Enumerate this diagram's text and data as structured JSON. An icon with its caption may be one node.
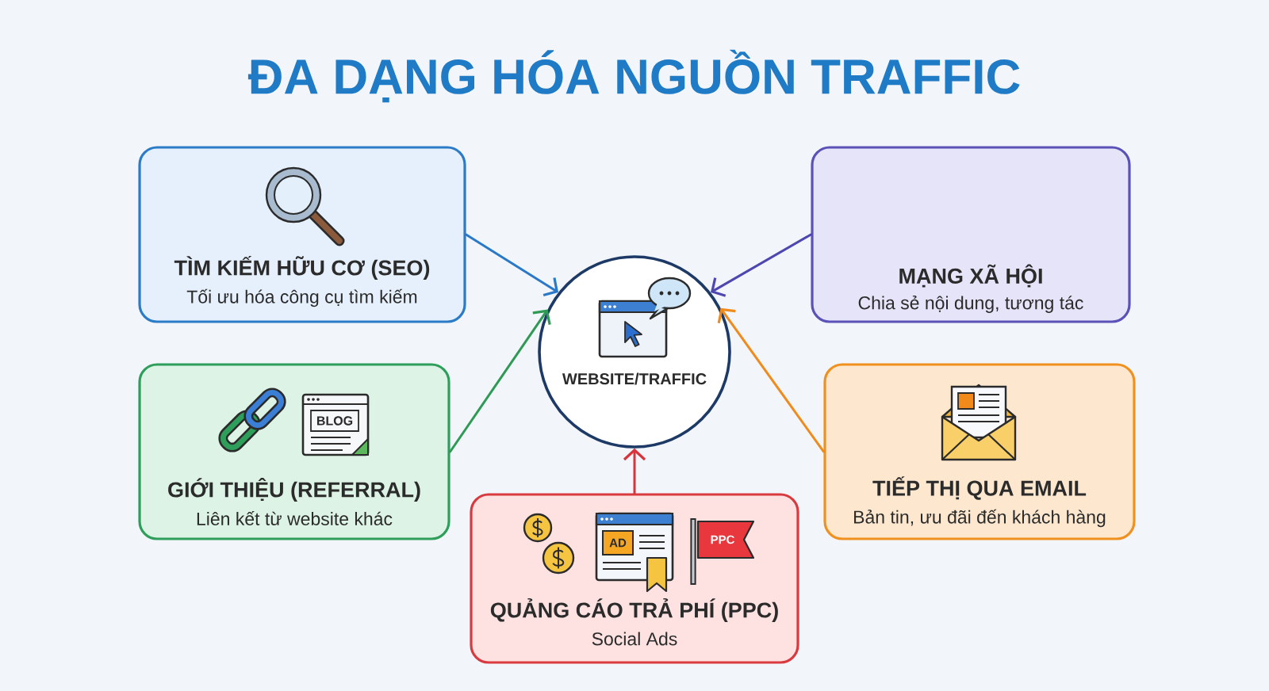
{
  "diagram": {
    "title": "ĐA DẠNG HÓA NGUỒN TRAFFIC",
    "nodes": [
      {
        "text": [
          "TÌM KIẾM HỮU CƠ (SEO)",
          "Tối ưu hóa công cụ tìm kiếm"
        ]
      },
      {
        "text": [
          "MẠNG XÃ HỘI",
          "Chia sẻ nội dung, tương tác"
        ]
      },
      {
        "text": [
          "WEBSITE/TRAFFIC"
        ]
      },
      {
        "text": [
          "GIỚI THIỆU (REFERRAL)",
          "Liên kết từ website khác"
        ]
      },
      {
        "text": [
          "TIẾP THỊ QUA EMAIL",
          "Bản tin, ưu đãi đến khách hàng"
        ]
      },
      {
        "text": [
          "QUẢNG CÁO TRẢ PHÍ (PPC)",
          "Social Ads"
        ]
      }
    ],
    "edges": [
      {
        "from": 0,
        "to": 2,
        "arrow": "to",
        "color": "#2a78c8"
      },
      {
        "from": 1,
        "to": 2,
        "arrow": "to",
        "color": "#4f47b0"
      },
      {
        "from": 3,
        "to": 2,
        "arrow": "to",
        "color": "#2e9a55"
      },
      {
        "from": 4,
        "to": 2,
        "arrow": "to",
        "color": "#f08a1a"
      },
      {
        "from": 5,
        "to": 2,
        "arrow": "to",
        "color": "#d8343a"
      }
    ],
    "labels": [
      "BLOG",
      "AD",
      "PPC"
    ]
  }
}
